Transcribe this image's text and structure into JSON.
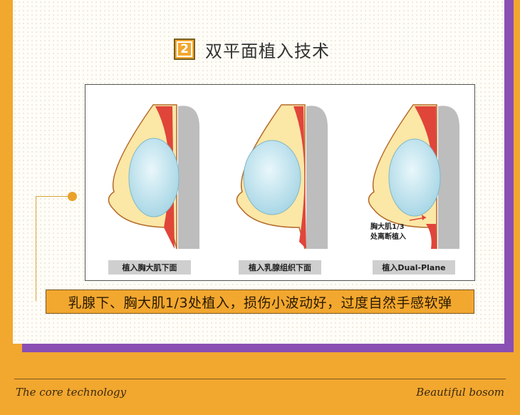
{
  "heading": {
    "number": "2",
    "title": "双平面植入技术"
  },
  "panels": [
    {
      "label": "植入胸大肌下面"
    },
    {
      "label": "植入乳腺组织下面"
    },
    {
      "label": "植入Dual-Plane"
    }
  ],
  "annotation": {
    "line1": "胸大肌1/3",
    "line2": "处离断植入"
  },
  "caption": "乳腺下、胸大肌1/3处植入，损伤小波动好，过度自然手感软弹",
  "footer": {
    "left": "The core technology",
    "right": "Beautiful bosom"
  },
  "colors": {
    "background": "#f2a72f",
    "purple": "#8a4fb3",
    "muscle": "#e0453a",
    "tissue": "#fbe7a6",
    "implant": "#bfe3ee"
  }
}
